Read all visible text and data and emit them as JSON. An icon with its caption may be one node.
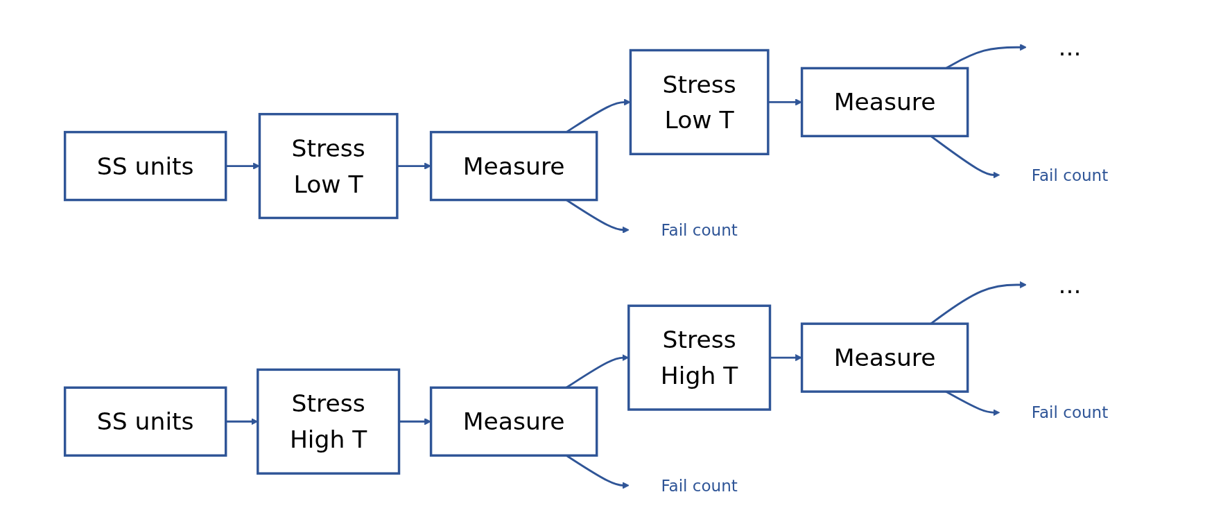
{
  "diagram": {
    "nodes": [
      {
        "text": [
          "SS units"
        ]
      },
      {
        "text": [
          "Stress",
          "Low T"
        ]
      },
      {
        "text": [
          "Measure"
        ]
      },
      {
        "text": [
          "Stress",
          "Low T"
        ]
      },
      {
        "text": [
          "Measure"
        ]
      },
      {
        "text": [
          "..."
        ]
      },
      {
        "text": [
          "Fail count"
        ]
      },
      {
        "text": [
          "Fail count"
        ]
      },
      {
        "text": [
          "SS units"
        ]
      },
      {
        "text": [
          "Stress",
          "High T"
        ]
      },
      {
        "text": [
          "Measure"
        ]
      },
      {
        "text": [
          "Stress",
          "High T"
        ]
      },
      {
        "text": [
          "Measure"
        ]
      },
      {
        "text": [
          "..."
        ]
      },
      {
        "text": [
          "Fail count"
        ]
      },
      {
        "text": [
          "Fail count"
        ]
      }
    ],
    "edges": [
      {
        "from": 0,
        "to": 1,
        "arrow": "to"
      },
      {
        "from": 1,
        "to": 2,
        "arrow": "to"
      },
      {
        "from": 2,
        "to": 3,
        "arrow": "to"
      },
      {
        "from": 3,
        "to": 4,
        "arrow": "to"
      },
      {
        "from": 4,
        "to": 5,
        "arrow": "to"
      },
      {
        "from": 2,
        "to": 6,
        "arrow": "to"
      },
      {
        "from": 4,
        "to": 7,
        "arrow": "to"
      },
      {
        "from": 8,
        "to": 9,
        "arrow": "to"
      },
      {
        "from": 9,
        "to": 10,
        "arrow": "to"
      },
      {
        "from": 10,
        "to": 11,
        "arrow": "to"
      },
      {
        "from": 11,
        "to": 12,
        "arrow": "to"
      },
      {
        "from": 12,
        "to": 13,
        "arrow": "to"
      },
      {
        "from": 10,
        "to": 14,
        "arrow": "to"
      },
      {
        "from": 12,
        "to": 15,
        "arrow": "to"
      }
    ]
  }
}
